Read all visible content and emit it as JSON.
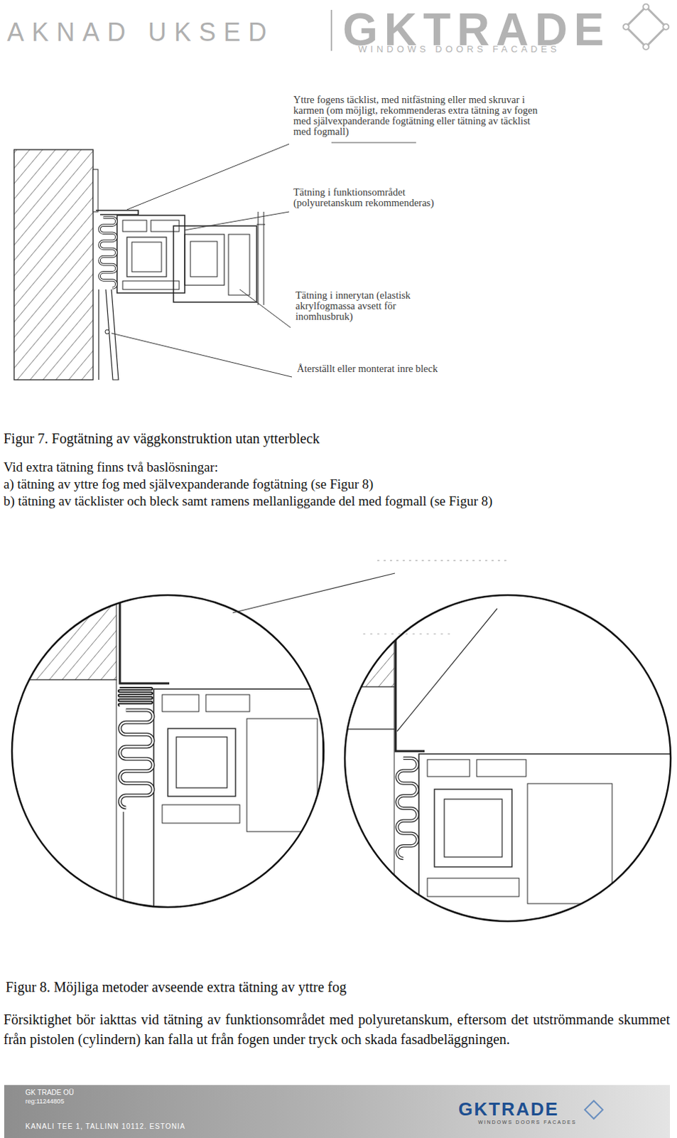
{
  "diagram": {
    "labels": [
      "AKNAD UKSED",
      "GKTRADE",
      "WINDOWS DOORS FACADES",
      "Yttre fogens täcklist, med nitfästning eller med skruvar i karmen (om möjligt, rekommenderas extra tätning av fogen med självexpanderande fogtätning eller tätning av täcklist med fogmall)",
      "Tätning i funktionsområdet (polyuretanskum rekommenderas)",
      "Tätning i innerytan (elastisk akrylfogmassa avsett för inomhusbruk)",
      "Återställt eller monterat inre bleck",
      "Figur 7. Fogtätning av väggkonstruktion utan ytterbleck",
      "Vid extra tätning finns två baslösningar:",
      "a) tätning av yttre fog med självexpanderande fogtätning (se Figur 8)",
      "b) tätning av täcklister och bleck samt ramens mellanliggande del med fogmall (se Figur 8)",
      "Figur 8. Möjliga metoder avseende extra tätning av yttre fog",
      "Försiktighet bör iakttas vid tätning av funktionsområdet med polyuretanskum, eftersom det utströmmande skummet från pistolen (cylindern) kan falla ut från fogen under tryck och skada fasadbeläggningen.",
      "GK TRADE OÜ",
      "reg:11244805",
      "KANALI TEE 1, TALLINN 10112. ESTONIA",
      "GKTRADE",
      "WINDOWS DOORS FACADES"
    ]
  }
}
